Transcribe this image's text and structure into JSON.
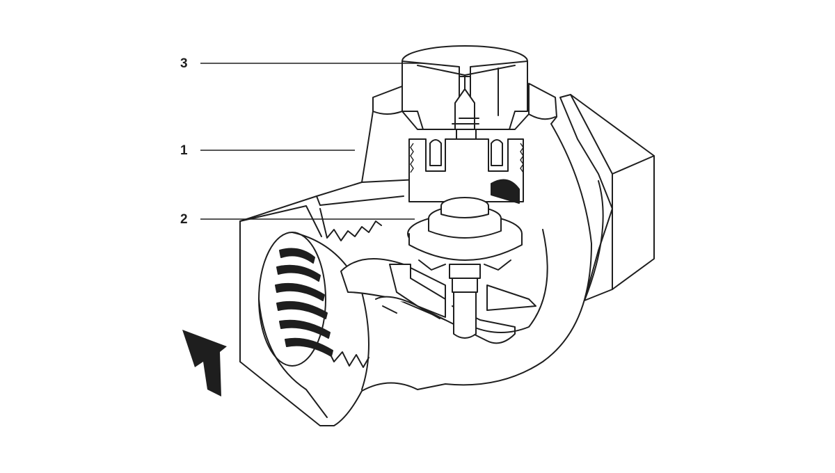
{
  "diagram": {
    "callouts": [
      {
        "id": "callout-3",
        "label": "3"
      },
      {
        "id": "callout-1",
        "label": "1"
      },
      {
        "id": "callout-2",
        "label": "2"
      }
    ],
    "colors": {
      "ink": "#1e1e1e",
      "paper": "#ffffff"
    },
    "icons": {
      "flow": "flow-direction-arrow-icon"
    }
  }
}
